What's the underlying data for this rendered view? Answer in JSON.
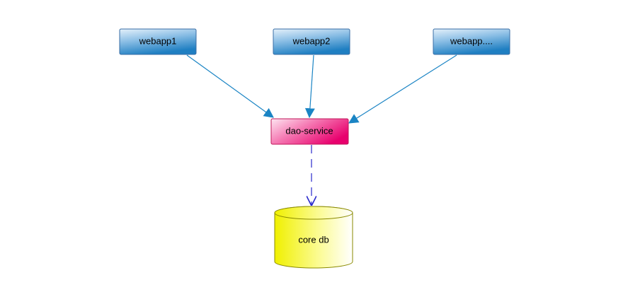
{
  "diagram": {
    "nodes": {
      "webapp1": {
        "label": "webapp1"
      },
      "webapp2": {
        "label": "webapp2"
      },
      "webapp3": {
        "label": "webapp...."
      },
      "dao_service": {
        "label": "dao-service"
      },
      "core_db": {
        "label": "core db"
      }
    },
    "edges": [
      {
        "from": "webapp1",
        "to": "dao-service",
        "style": "solid"
      },
      {
        "from": "webapp2",
        "to": "dao-service",
        "style": "solid"
      },
      {
        "from": "webapp....",
        "to": "dao-service",
        "style": "solid"
      },
      {
        "from": "dao-service",
        "to": "core db",
        "style": "dashed"
      }
    ]
  },
  "colors": {
    "webapp_gradient_top": "#dcebf8",
    "webapp_gradient_bottom": "#1f7fc2",
    "webapp_border": "#3a6ea5",
    "dao_gradient_top": "#fbe0ee",
    "dao_gradient_bottom": "#e8006d",
    "dao_border": "#c2185b",
    "db_fill_left": "#f4f400",
    "db_fill_right": "#ffffff",
    "db_border": "#8a8a00",
    "solid_edge": "#1a84c4",
    "dashed_edge": "#2a2acc"
  }
}
